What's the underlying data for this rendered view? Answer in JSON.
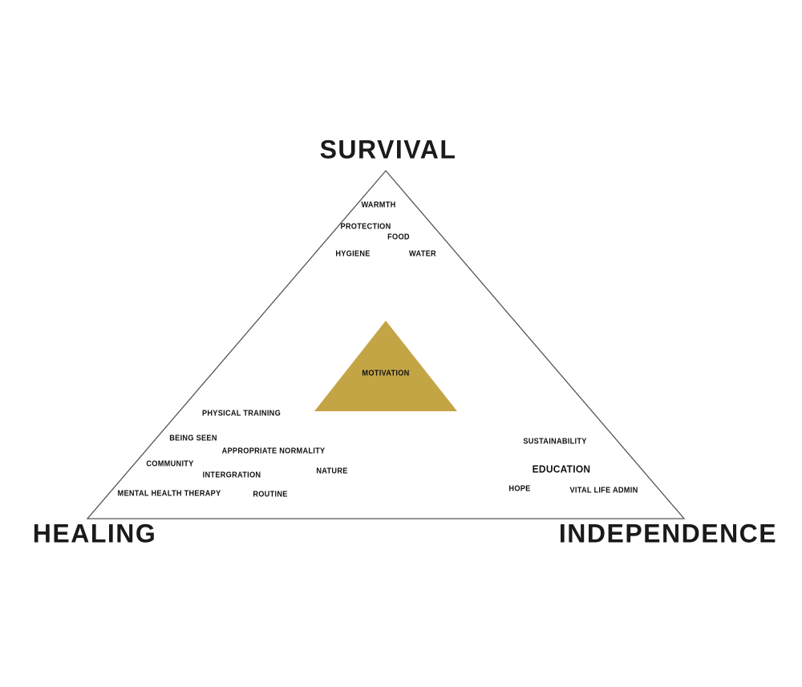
{
  "pyramid": {
    "top_label": "SURVIVAL",
    "bottom_left_label": "HEALING",
    "bottom_right_label": "INDEPENDENCE",
    "outline_color": "#555555"
  },
  "motivation": {
    "label": "MOTIVATION",
    "fill": "#c4a546"
  },
  "survival_needs": [
    "WARMTH",
    "PROTECTION",
    "FOOD",
    "HYGIENE",
    "WATER"
  ],
  "healing_needs": [
    "PHYSICAL TRAINING",
    "BEING SEEN",
    "APPROPRIATE NORMALITY",
    "COMMUNITY",
    "INTERGRATION",
    "NATURE",
    "MENTAL HEALTH THERAPY",
    "ROUTINE"
  ],
  "independence_needs": [
    "SUSTAINABILITY",
    "EDUCATION",
    "HOPE",
    "VITAL LIFE ADMIN"
  ]
}
